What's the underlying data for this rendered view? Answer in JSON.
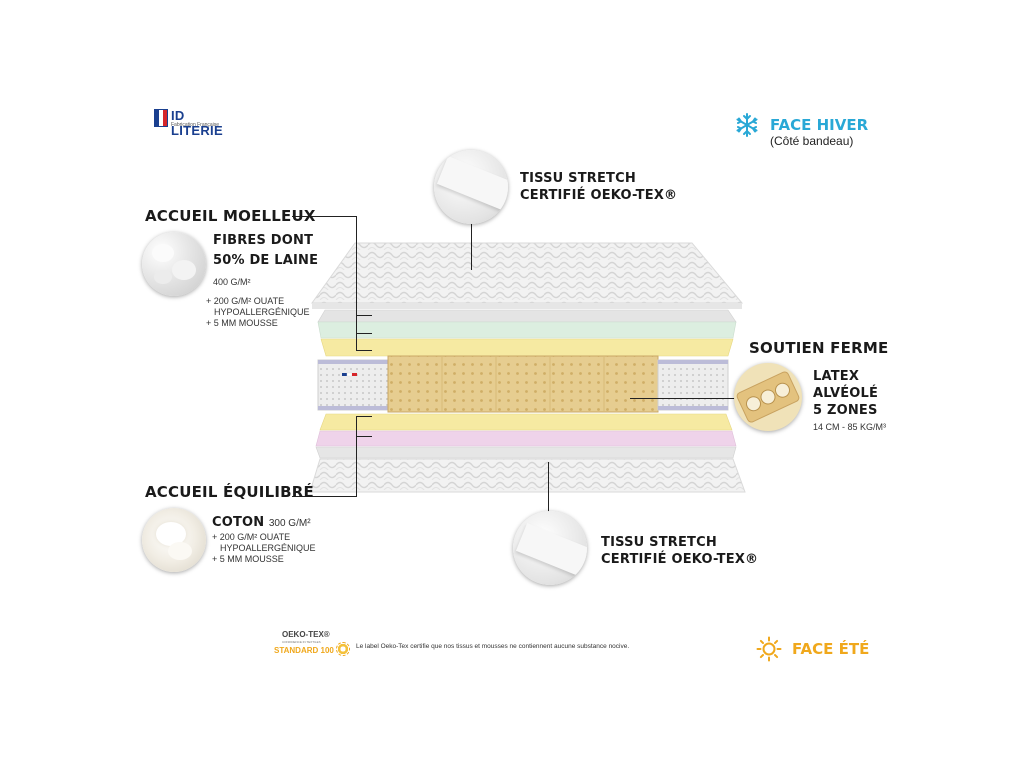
{
  "brand": {
    "name": "ID LITERIE",
    "tagline": "Fabrication Française"
  },
  "face_hiver": {
    "title": "FACE HIVER",
    "subtitle": "(Côté bandeau)"
  },
  "tissu_top": {
    "line1": "TISSU STRETCH",
    "line2": "CERTIFIÉ OEKO-TEX®"
  },
  "accueil_moelleux": {
    "title": "ACCUEIL MOELLEUX",
    "fiber_line1": "FIBRES DONT",
    "fiber_line2": "50% DE LAINE",
    "weight": "400 G/M²",
    "extra1": "+ 200 G/M² OUATE",
    "extra2": "HYPOALLERGÉNIQUE",
    "extra3": "+ 5 MM MOUSSE"
  },
  "soutien_ferme": {
    "title": "SOUTIEN FERME",
    "line1": "LATEX",
    "line2": "ALVÉOLÉ",
    "line3": "5 ZONES",
    "spec": "14 CM - 85 KG/M³"
  },
  "accueil_equilibre": {
    "title": "ACCUEIL ÉQUILIBRÉ",
    "material": "COTON",
    "weight": "300 G/M²",
    "extra1": "+ 200 G/M² OUATE",
    "extra2": "HYPOALLERGÉNIQUE",
    "extra3": "+ 5 MM MOUSSE"
  },
  "tissu_bottom": {
    "line1": "TISSU STRETCH",
    "line2": "CERTIFIÉ OEKO-TEX®"
  },
  "oekotex": {
    "brand": "OEKO-TEX®",
    "sub": "CONFIDENCE IN TEXTILES",
    "standard": "STANDARD 100",
    "note": "Le label Oeko-Tex certifie que nos tissus et mousses ne contiennent aucune substance nocive."
  },
  "face_ete": {
    "title": "FACE ÉTÉ"
  },
  "colors": {
    "winter": "#29a8d6",
    "summer": "#f0a81c",
    "foam_yellow": "#f6eaa2",
    "foam_pink": "#efd3ea",
    "foam_green": "#dceee0",
    "latex": "#e8cf92"
  }
}
